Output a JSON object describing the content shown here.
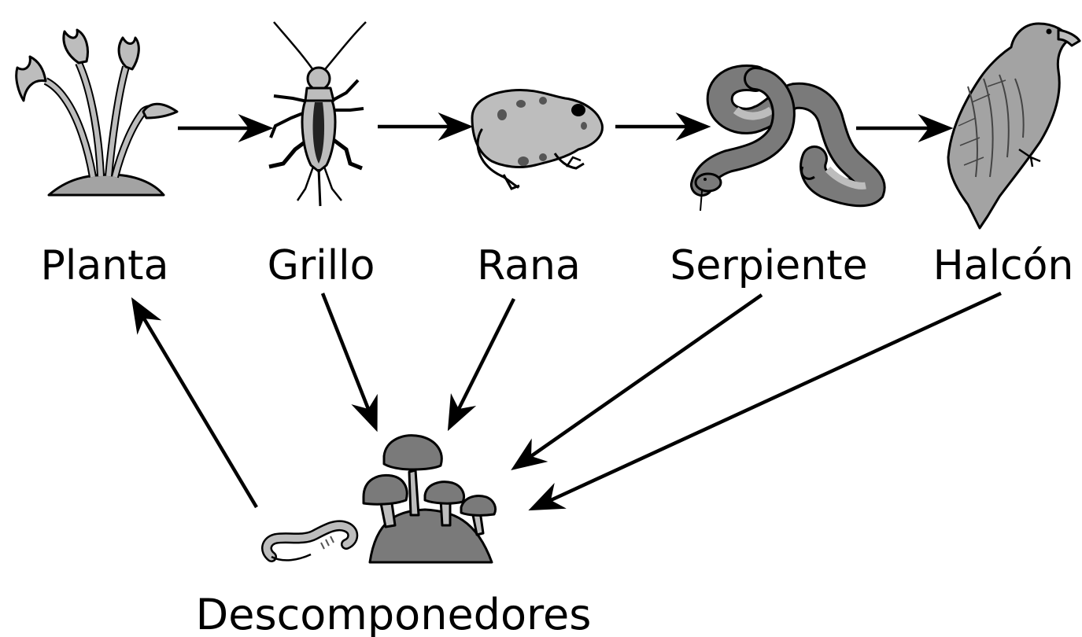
{
  "organisms": [
    {
      "id": "planta",
      "label": "Planta",
      "icon": "plant-icon"
    },
    {
      "id": "grillo",
      "label": "Grillo",
      "icon": "cricket-icon"
    },
    {
      "id": "rana",
      "label": "Rana",
      "icon": "frog-icon"
    },
    {
      "id": "serpiente",
      "label": "Serpiente",
      "icon": "snake-icon"
    },
    {
      "id": "halcon",
      "label": "Halcón",
      "icon": "hawk-icon"
    }
  ],
  "decomposers": {
    "label": "Descomponedores",
    "icons": [
      "mushrooms-icon",
      "worm-icon"
    ]
  },
  "food_chain_arrows": [
    {
      "from": "planta",
      "to": "grillo"
    },
    {
      "from": "grillo",
      "to": "rana"
    },
    {
      "from": "rana",
      "to": "serpiente"
    },
    {
      "from": "serpiente",
      "to": "halcon"
    }
  ],
  "decomposition_arrows": [
    {
      "from": "grillo",
      "to": "descomponedores"
    },
    {
      "from": "rana",
      "to": "descomponedores"
    },
    {
      "from": "serpiente",
      "to": "descomponedores"
    },
    {
      "from": "halcon",
      "to": "descomponedores"
    },
    {
      "from": "descomponedores",
      "to": "planta"
    }
  ],
  "colors": {
    "light_gray": "#bdbdbd",
    "mid_gray": "#a3a3a3",
    "dark_gray": "#7a7a7a",
    "outline": "#000000"
  }
}
